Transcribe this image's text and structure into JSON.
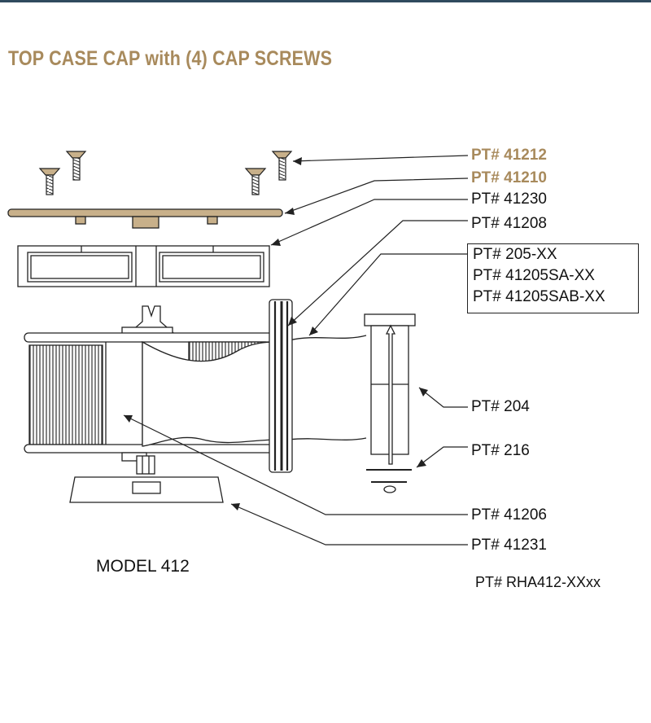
{
  "title": "TOP CASE CAP with (4) CAP SCREWS",
  "parts": [
    {
      "id": "41212",
      "label": "PT# 41212"
    },
    {
      "id": "41210",
      "label": "PT# 41210"
    },
    {
      "id": "41230",
      "label": "PT# 41230"
    },
    {
      "id": "41208",
      "label": "PT# 41208"
    },
    {
      "id": "205",
      "label": "PT# 205-XX"
    },
    {
      "id": "205sa",
      "label": "PT# 41205SA-XX"
    },
    {
      "id": "205sab",
      "label": "PT# 41205SAB-XX"
    },
    {
      "id": "204",
      "label": "PT# 204"
    },
    {
      "id": "216",
      "label": "PT# 216"
    },
    {
      "id": "41206",
      "label": "PT# 41206"
    },
    {
      "id": "41231",
      "label": "PT# 41231"
    }
  ],
  "model": "MODEL 412",
  "assembly_part": "PT#  RHA412-XXxx",
  "colors": {
    "accent": "#a88a5c",
    "line": "#222222",
    "cap_fill": "#c8b08a"
  }
}
